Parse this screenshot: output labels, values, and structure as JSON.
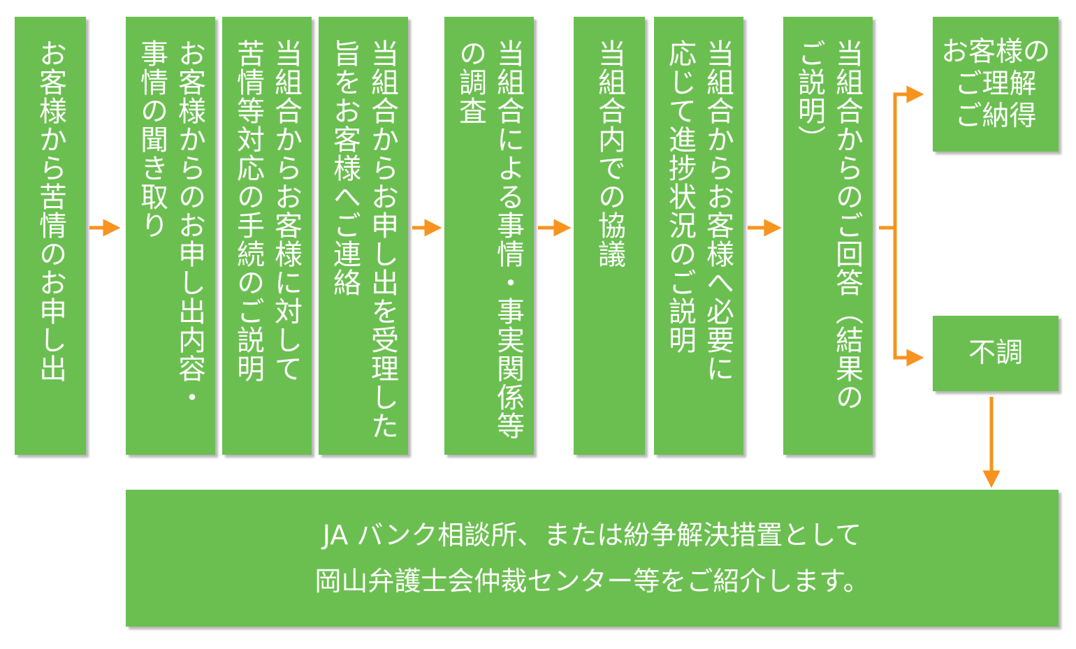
{
  "colors": {
    "box": "#6bbf50",
    "arrow": "#f7931e",
    "text": "#ffffff"
  },
  "steps": [
    {
      "id": "step1",
      "text": "お客様から苦情のお申し出"
    },
    {
      "id": "step2",
      "text": "お客様からのお申し出内容・\n事情の聞き取り"
    },
    {
      "id": "step3",
      "text": "当組合からお客様に対して\n苦情等対応の手続のご説明"
    },
    {
      "id": "step4",
      "text": "当組合からお申し出を受理した\n旨をお客様へご連絡"
    },
    {
      "id": "step5",
      "text": "当組合による事情・事実関係等\nの調査"
    },
    {
      "id": "step6",
      "text": "当組合内での協議"
    },
    {
      "id": "step7",
      "text": "当組合からお客様へ必要に\n応じて進捗状況のご説明"
    },
    {
      "id": "step8",
      "text": "当組合からのご回答（結果の\nご説明）"
    }
  ],
  "outcomes": {
    "understanding": "お客様の\nご理解\nご納得",
    "failure": "不調"
  },
  "referral": "JA バンク相談所、または紛争解決措置として\n岡山弁護士会仲裁センター等をご紹介します。"
}
